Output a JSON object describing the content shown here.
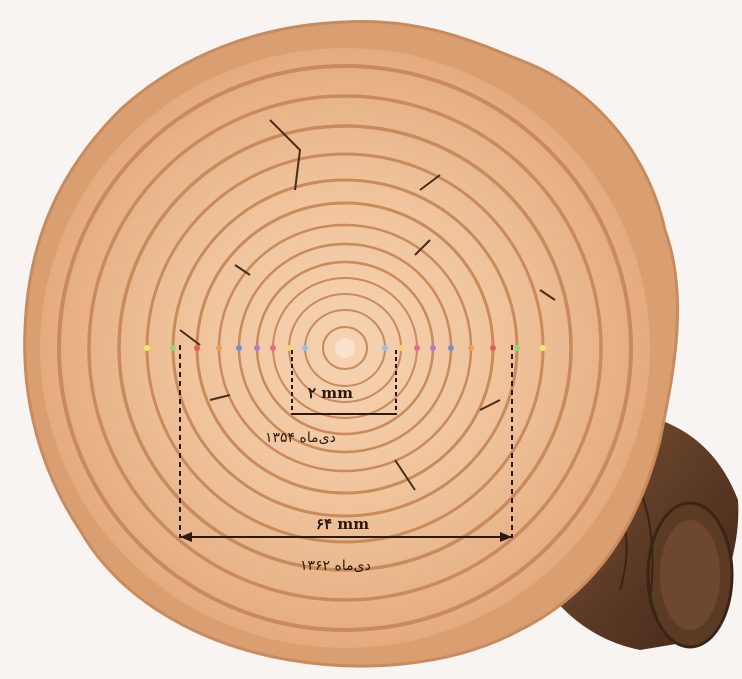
{
  "image": {
    "subject": "tree trunk cross-section with growth rings",
    "colors": {
      "background": "#f7f4f1",
      "wood_light": "#efc29a",
      "wood_mid": "#e2a678",
      "ring_line": "#c98a5c",
      "bark_edge": "#d79c6e",
      "branch_bark": "#5b3a26",
      "annotation": "#2a1a10"
    }
  },
  "annotations": {
    "inner_measure": "۲ mm",
    "inner_date": "دی‌ماه ۱۳۵۴",
    "outer_measure": "۶۴ mm",
    "outer_date": "دی‌ماه ۱۳۶۲"
  },
  "ring_marker_colors": [
    "#8fc4e8",
    "#f2d56b",
    "#e86a8a",
    "#b07ad8",
    "#6f8fd8",
    "#f0a050",
    "#e85a5a",
    "#8fd87a",
    "#f2e96b"
  ]
}
